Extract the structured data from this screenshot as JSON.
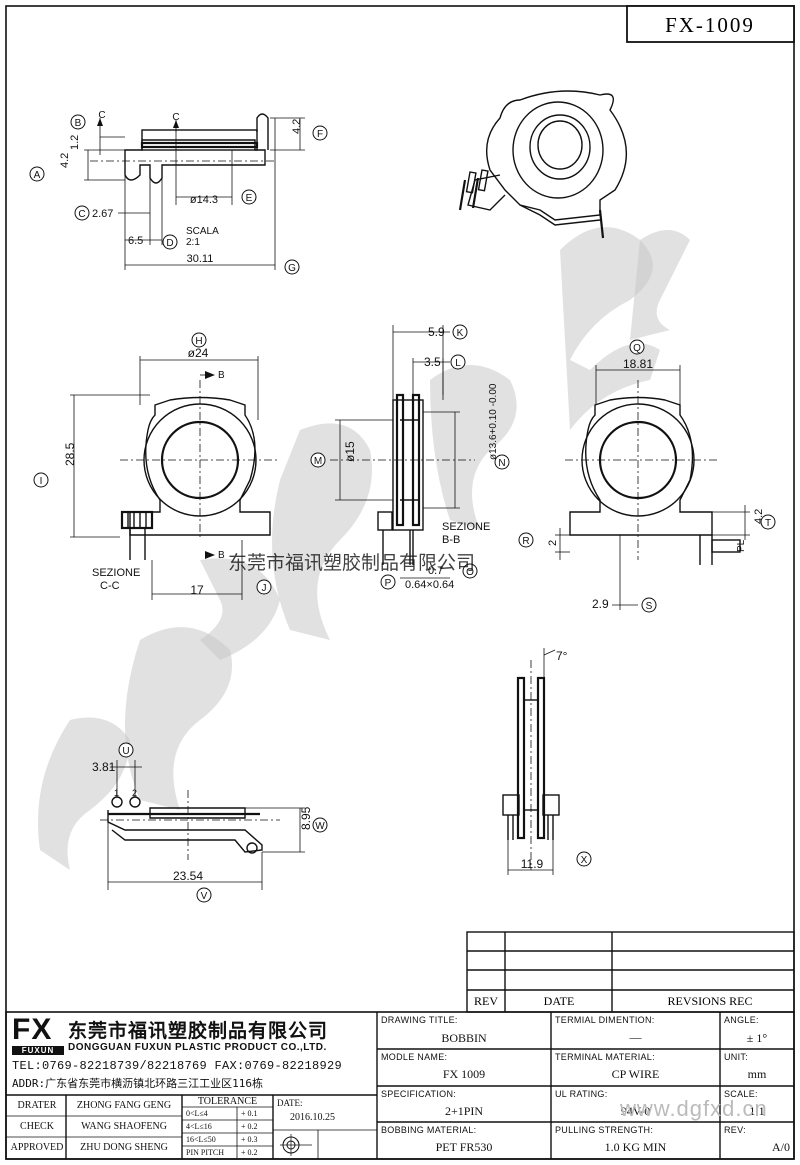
{
  "part_number": "FX-1009",
  "views": {
    "top": {
      "dims": [
        "4.2",
        "1.2",
        "4.2",
        "2.67",
        "6.5",
        "30.11",
        "ø14.3"
      ],
      "section_marks": [
        "C",
        "C"
      ],
      "scale_label": "SCALA",
      "scale_value": "2:1",
      "balloons": [
        "A",
        "B",
        "C",
        "D",
        "E",
        "F",
        "G"
      ]
    },
    "front": {
      "dims": [
        "ø24",
        "28.5",
        "17"
      ],
      "section_label": "SEZIONE",
      "section_name": "C-C",
      "section_marks": [
        "B",
        "B"
      ],
      "balloons": [
        "H",
        "I",
        "J"
      ]
    },
    "side": {
      "dims": [
        "5.9",
        "3.5",
        "ø15",
        "ø13.6+0.10 -0.00",
        "0.7",
        "0.64×0.64"
      ],
      "section_label": "SEZIONE",
      "section_name": "B-B",
      "balloons": [
        "K",
        "L",
        "M",
        "N",
        "O",
        "P"
      ]
    },
    "back": {
      "dims": [
        "18.81",
        "4.2",
        "2",
        "2.9",
        "PL"
      ],
      "balloons": [
        "Q",
        "R",
        "S",
        "T"
      ]
    },
    "bottom": {
      "dims": [
        "3.81",
        "8.95",
        "23.54"
      ],
      "pins": [
        "1",
        "2"
      ],
      "balloons": [
        "U",
        "V",
        "W"
      ]
    },
    "end": {
      "dims": [
        "7°",
        "11.9"
      ],
      "balloons": [
        "X"
      ]
    }
  },
  "watermark": "东莞市福讯塑胶制品有限公司",
  "website_watermark": "www.dgfxd.cn",
  "revisions": {
    "headers": [
      "REV",
      "DATE",
      "REVSIONS REC"
    ]
  },
  "company": {
    "logo": "FX",
    "logo_sub": "FUXUN",
    "name_cn": "东莞市福讯塑胶制品有限公司",
    "name_en": "DONGGUAN FUXUN PLASTIC PRODUCT CO.,LTD.",
    "tel": "TEL:0769-82218739/82218769 FAX:0769-82218929",
    "addr": "ADDR:广东省东莞市横沥镇北环路三江工业区116栋"
  },
  "signoff": [
    {
      "role": "DRATER",
      "name": "ZHONG FANG GENG"
    },
    {
      "role": "CHECK",
      "name": "WANG SHAOFENG"
    },
    {
      "role": "APPROVED",
      "name": "ZHU DONG SHENG"
    }
  ],
  "tolerance": {
    "title": "TOLERANCE",
    "rows": [
      {
        "range": "0<L≤4",
        "tol": "+ 0.1"
      },
      {
        "range": "4<L≤16",
        "tol": "+ 0.2"
      },
      {
        "range": "16<L≤50",
        "tol": "+ 0.3"
      },
      {
        "range": "PIN PITCH",
        "tol": "+ 0.2"
      }
    ]
  },
  "date_label": "DATE:",
  "date_value": "2016.10.25",
  "fields": {
    "drawing_title_label": "DRAWING TITLE:",
    "drawing_title": "BOBBIN",
    "terminal_dimension_label": "TERMIAL DIMENTION:",
    "terminal_dimension": "—",
    "angle_label": "ANGLE:",
    "angle": "± 1°",
    "model_label": "MODLE NAME:",
    "model": "FX 1009",
    "terminal_material_label": "TERMINAL MATERIAL:",
    "terminal_material": "CP WIRE",
    "unit_label": "UNIT:",
    "unit": "mm",
    "spec_label": "SPECIFICATION:",
    "spec": "2+1PIN",
    "ul_label": "UL RATING:",
    "ul": "94V-0",
    "scale_label": "SCALE:",
    "scale": "1:1",
    "material_label": "BOBBING MATERIAL:",
    "material": "PET FR530",
    "pulling_label": "PULLING STRENGTH:",
    "pulling": "1.0 KG MIN",
    "rev_label": "REV:",
    "rev": "A/0"
  }
}
